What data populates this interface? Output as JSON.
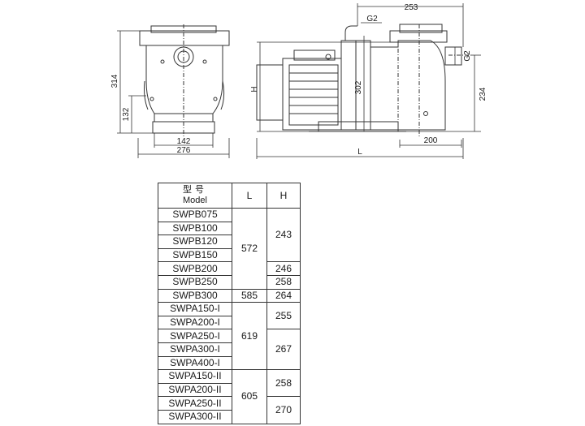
{
  "drawing": {
    "front_view": {
      "dimensions": [
        "314",
        "132",
        "142",
        "276"
      ]
    },
    "side_view": {
      "dimensions": [
        "253",
        "G2",
        "G2",
        "302",
        "234",
        "H",
        "200",
        "L"
      ]
    }
  },
  "table": {
    "header": {
      "model_cn": "型号",
      "model_en": "Model",
      "l": "L",
      "h": "H"
    },
    "rows": [
      {
        "model": "SWPB075"
      },
      {
        "model": "SWPB100"
      },
      {
        "model": "SWPB120"
      },
      {
        "model": "SWPB150"
      },
      {
        "model": "SWPB200"
      },
      {
        "model": "SWPB250"
      },
      {
        "model": "SWPB300"
      },
      {
        "model": "SWPA150-I"
      },
      {
        "model": "SWPA200-I"
      },
      {
        "model": "SWPA250-I"
      },
      {
        "model": "SWPA300-I"
      },
      {
        "model": "SWPA400-I"
      },
      {
        "model": "SWPA150-II"
      },
      {
        "model": "SWPA200-II"
      },
      {
        "model": "SWPA250-II"
      },
      {
        "model": "SWPA300-II"
      }
    ],
    "l_groups": [
      "572",
      "585",
      "619",
      "605"
    ],
    "h_groups": [
      "243",
      "246",
      "258",
      "264",
      "255",
      "267",
      "258",
      "270"
    ]
  }
}
